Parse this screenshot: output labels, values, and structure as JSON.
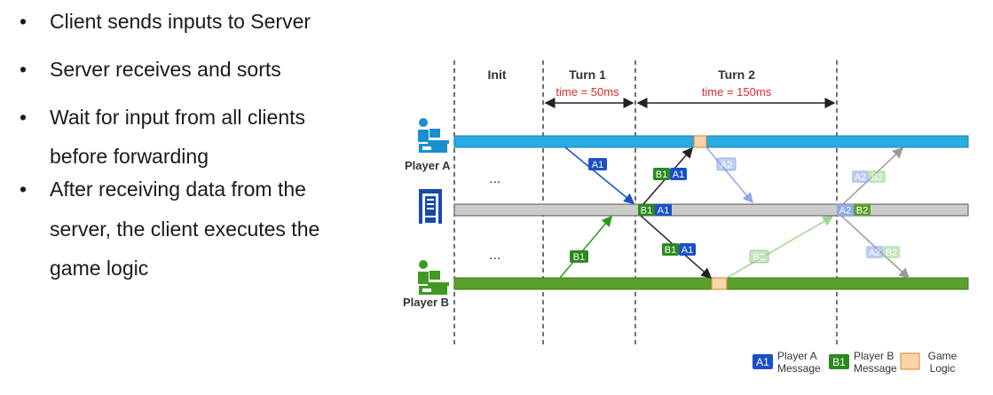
{
  "bullets": [
    {
      "lines": [
        "Client sends inputs to Server"
      ]
    },
    {
      "lines": [
        "Server receives and sorts"
      ]
    },
    {
      "lines": [
        "Wait for input from all clients",
        "before forwarding"
      ]
    },
    {
      "lines": [
        "After receiving data from the",
        "server, the client executes the",
        "game logic"
      ]
    }
  ],
  "bullet_symbol": "•",
  "phases": {
    "init": "Init",
    "turn1": "Turn 1",
    "turn2": "Turn 2"
  },
  "times": {
    "turn1": "time = 50ms",
    "turn2": "time = 150ms"
  },
  "actors": {
    "player_a": "Player A",
    "player_b": "Player B",
    "ellipsis": "..."
  },
  "messages": {
    "a1": "A1",
    "b1": "B1",
    "a2": "A2",
    "b2": "B2"
  },
  "legend": {
    "player_a_badge": "A1",
    "player_a_line1": "Player A",
    "player_a_line2": "Message",
    "player_b_badge": "B1",
    "player_b_line1": "Player B",
    "player_b_line2": "Message",
    "logic_line1": "Game",
    "logic_line2": "Logic"
  },
  "colors": {
    "player_a_bar": "#29abe2",
    "server_bar": "#cccccc",
    "player_b_bar": "#5aa02c",
    "msg_a": "#1c4fc8",
    "msg_b": "#2a8a1e",
    "time_text": "#d92b2b",
    "game_logic": "#fbd5a9"
  },
  "icons": {
    "player_a": "player-desk-icon",
    "server": "server-icon",
    "player_b": "player-desk-icon"
  }
}
